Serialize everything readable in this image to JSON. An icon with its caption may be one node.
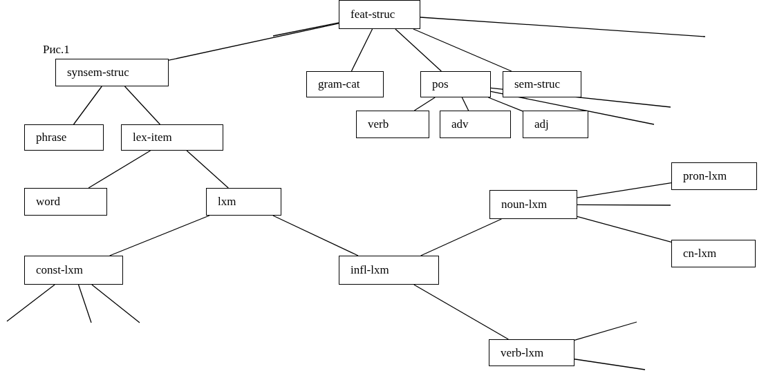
{
  "diagram": {
    "nodes": [
      {
        "text": [
          "feat-struc"
        ]
      },
      {
        "text": [
          "synsem-struc"
        ]
      },
      {
        "text": [
          "gram-cat"
        ]
      },
      {
        "text": [
          "pos"
        ]
      },
      {
        "text": [
          "sem-struc"
        ]
      },
      {
        "text": [
          "phrase"
        ]
      },
      {
        "text": [
          "lex-item"
        ]
      },
      {
        "text": [
          "verb"
        ]
      },
      {
        "text": [
          "adv"
        ]
      },
      {
        "text": [
          "adj"
        ]
      },
      {
        "text": [
          "word"
        ]
      },
      {
        "text": [
          "lxm"
        ]
      },
      {
        "text": [
          "pron-lxm"
        ]
      },
      {
        "text": [
          "noun-lxm"
        ]
      },
      {
        "text": [
          "const-lxm"
        ]
      },
      {
        "text": [
          "infl-lxm"
        ]
      },
      {
        "text": [
          "cn-lxm"
        ]
      },
      {
        "text": [
          "verb-lxm"
        ]
      }
    ],
    "edges": [
      {
        "from": 0,
        "to": 1,
        "arrow": "none"
      },
      {
        "from": 0,
        "to": null,
        "arrow": "none"
      },
      {
        "from": 0,
        "to": 2,
        "arrow": "none"
      },
      {
        "from": 0,
        "to": 3,
        "arrow": "none"
      },
      {
        "from": 0,
        "to": 4,
        "arrow": "none"
      },
      {
        "from": 0,
        "to": null,
        "arrow": "none"
      },
      {
        "from": 1,
        "to": 5,
        "arrow": "none"
      },
      {
        "from": 1,
        "to": 6,
        "arrow": "none"
      },
      {
        "from": 3,
        "to": 7,
        "arrow": "none"
      },
      {
        "from": 3,
        "to": 8,
        "arrow": "none"
      },
      {
        "from": 3,
        "to": 9,
        "arrow": "none"
      },
      {
        "from": 3,
        "to": null,
        "arrow": "none"
      },
      {
        "from": 3,
        "to": null,
        "arrow": "none"
      },
      {
        "from": 6,
        "to": 10,
        "arrow": "none"
      },
      {
        "from": 6,
        "to": 11,
        "arrow": "none"
      },
      {
        "from": 11,
        "to": 14,
        "arrow": "none"
      },
      {
        "from": 11,
        "to": 15,
        "arrow": "none"
      },
      {
        "from": 15,
        "to": 13,
        "arrow": "none"
      },
      {
        "from": 15,
        "to": 17,
        "arrow": "none"
      },
      {
        "from": 13,
        "to": 12,
        "arrow": "none"
      },
      {
        "from": 13,
        "to": null,
        "arrow": "none"
      },
      {
        "from": 13,
        "to": 16,
        "arrow": "none"
      },
      {
        "from": 14,
        "to": null,
        "arrow": "none"
      },
      {
        "from": 14,
        "to": null,
        "arrow": "none"
      },
      {
        "from": 14,
        "to": null,
        "arrow": "none"
      },
      {
        "from": 17,
        "to": null,
        "arrow": "none"
      },
      {
        "from": 17,
        "to": null,
        "arrow": "none"
      }
    ],
    "labels": [
      "Рис.1"
    ]
  }
}
